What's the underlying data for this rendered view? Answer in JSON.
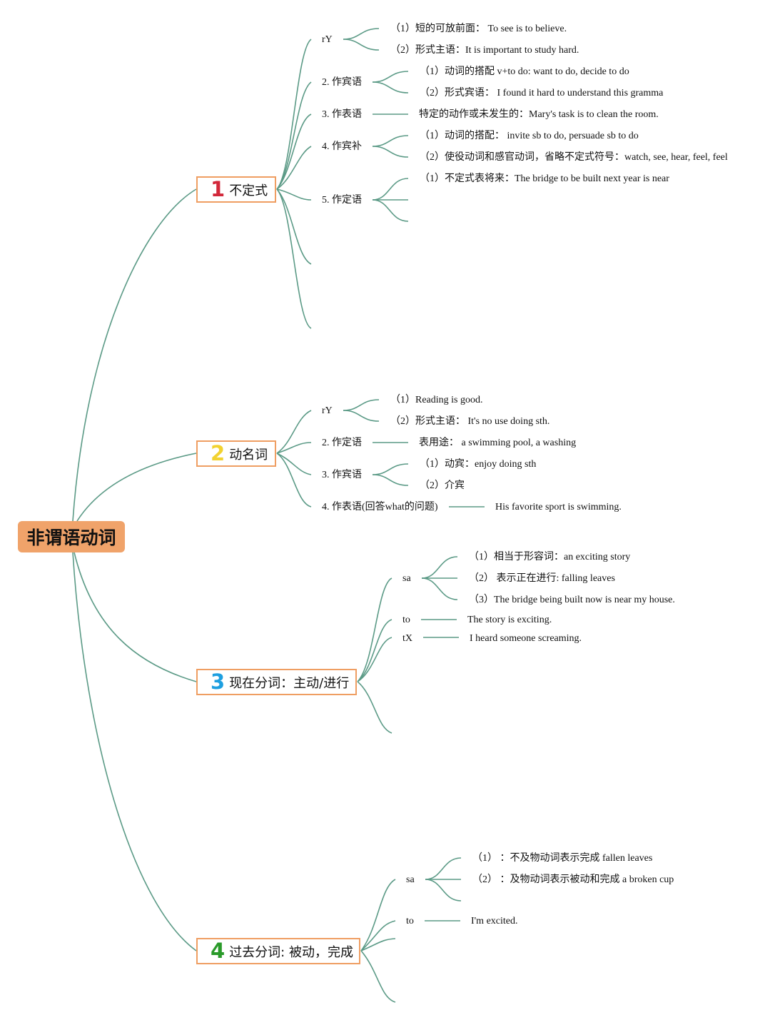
{
  "root": {
    "label": "非谓语动词"
  },
  "colors": {
    "line": "#5b9a86",
    "root_fill": "#f0a36a",
    "box_border": "#ef9e62",
    "num1": "#d2283a",
    "num2": "#f2d230",
    "num3": "#1e9fe0",
    "num4": "#2a9a2a"
  },
  "branches": [
    {
      "number": "1",
      "label": "不定式",
      "items": [
        {
          "label": "rY",
          "children": [
            "（1）短的可放前面： To see is to believe.",
            "（2）形式主语：It is important to study hard."
          ]
        },
        {
          "label": "2. 作宾语",
          "children": [
            "（1）动词的搭配 v+to do: want to do, decide to do",
            "（2）形式宾语： I found it hard to understand this gramma"
          ]
        },
        {
          "label": "3. 作表语",
          "children": [
            "特定的动作或未发生的：Mary's task is to clean the room."
          ]
        },
        {
          "label": "4. 作宾补",
          "children": [
            "（1）动词的搭配： invite sb to do, persuade sb to do",
            "（2）使役动词和感官动词，省略不定式符号：watch, see, hear, feel, feel"
          ]
        },
        {
          "label": "5. 作定语",
          "children": [
            "（1）不定式表将来：The bridge to be built next year is near"
          ]
        }
      ]
    },
    {
      "number": "2",
      "label": "动名词",
      "items": [
        {
          "label": "rY",
          "children": [
            "（1）Reading is good.",
            "（2）形式主语： It's no use doing sth."
          ]
        },
        {
          "label": "2. 作定语",
          "children": [
            "表用途： a swimming pool, a washing"
          ]
        },
        {
          "label": "3. 作宾语",
          "children": [
            "（1）动宾：enjoy doing sth",
            "（2）介宾"
          ]
        },
        {
          "label": "4. 作表语(回答what的问题)",
          "children": [
            "His favorite sport is swimming."
          ]
        }
      ]
    },
    {
      "number": "3",
      "label": "现在分词：主动/进行",
      "items": [
        {
          "label": "sa",
          "children": [
            "（1）相当于形容词：an exciting story",
            "（2） 表示正在进行: falling leaves",
            "（3）The bridge being built now is near my house."
          ]
        },
        {
          "label": "to",
          "children": [
            "The story is exciting."
          ]
        },
        {
          "label": "tX",
          "children": [
            "I heard someone screaming."
          ]
        }
      ]
    },
    {
      "number": "4",
      "label": "过去分词: 被动，完成",
      "items": [
        {
          "label": "sa",
          "children": [
            "（1） ：不及物动词表示完成 fallen leaves",
            "（2） ：及物动词表示被动和完成 a broken cup"
          ]
        },
        {
          "label": "to",
          "children": [
            "I'm excited."
          ]
        }
      ]
    }
  ]
}
